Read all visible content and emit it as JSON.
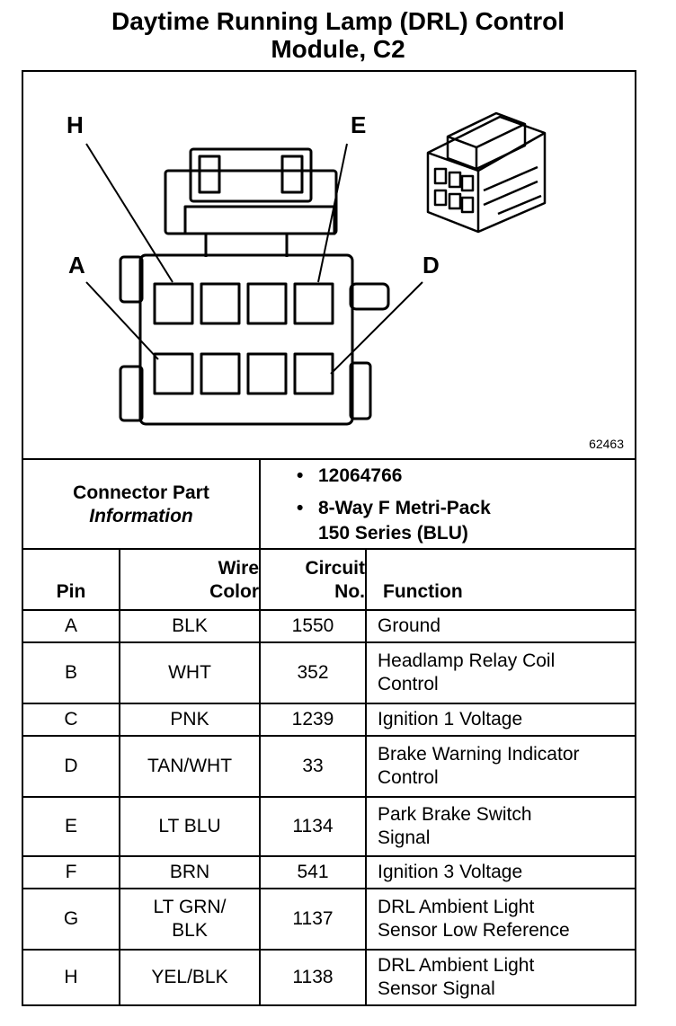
{
  "title": {
    "line1": "Daytime Running Lamp (DRL) Control",
    "line2": "Module, C2"
  },
  "diagram": {
    "pin_labels": {
      "H": "H",
      "E": "E",
      "A": "A",
      "D": "D"
    },
    "drawing_number": "62463"
  },
  "connector_info": {
    "label_line1": "Connector Part",
    "label_line2": "Information",
    "items": [
      "12064766",
      "8-Way F Metri-Pack",
      "150 Series (BLU)"
    ]
  },
  "table": {
    "headers": {
      "pin": "Pin",
      "wire_color_line1": "Wire",
      "wire_color_line2": "Color",
      "circuit_line1": "Circuit",
      "circuit_line2": "No.",
      "function": "Function"
    },
    "rows": [
      {
        "pin": "A",
        "wire": [
          "BLK"
        ],
        "circuit": "1550",
        "function": [
          "Ground"
        ]
      },
      {
        "pin": "B",
        "wire": [
          "WHT"
        ],
        "circuit": "352",
        "function": [
          "Headlamp Relay Coil",
          "Control"
        ]
      },
      {
        "pin": "C",
        "wire": [
          "PNK"
        ],
        "circuit": "1239",
        "function": [
          "Ignition 1 Voltage"
        ]
      },
      {
        "pin": "D",
        "wire": [
          "TAN/WHT"
        ],
        "circuit": "33",
        "function": [
          "Brake Warning Indicator",
          "Control"
        ]
      },
      {
        "pin": "E",
        "wire": [
          "LT BLU"
        ],
        "circuit": "1134",
        "function": [
          "Park Brake Switch",
          "Signal"
        ]
      },
      {
        "pin": "F",
        "wire": [
          "BRN"
        ],
        "circuit": "541",
        "function": [
          "Ignition 3 Voltage"
        ]
      },
      {
        "pin": "G",
        "wire": [
          "LT GRN/",
          "BLK"
        ],
        "circuit": "1137",
        "function": [
          "DRL Ambient Light",
          "Sensor Low Reference"
        ]
      },
      {
        "pin": "H",
        "wire": [
          "YEL/BLK"
        ],
        "circuit": "1138",
        "function": [
          "DRL Ambient Light",
          "Sensor Signal"
        ]
      }
    ]
  }
}
